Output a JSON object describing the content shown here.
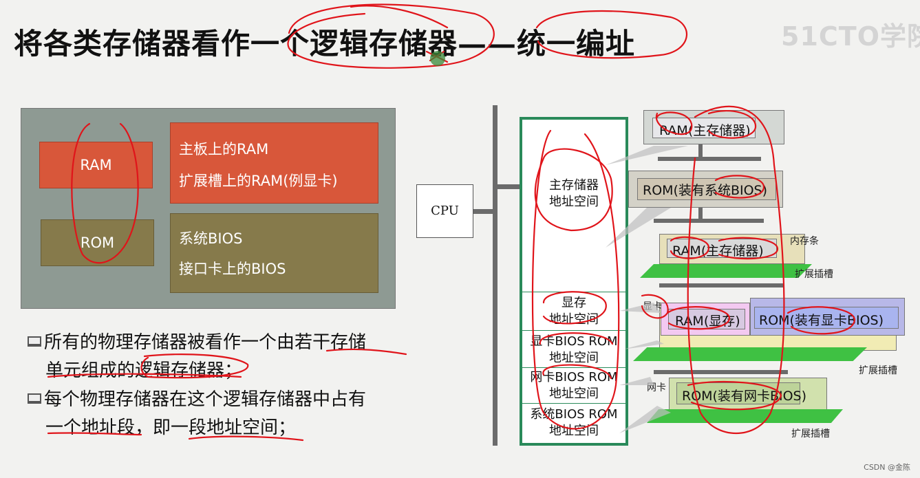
{
  "title": "将各类存储器看作一个逻辑存储器——统一编址",
  "watermark_top": "51CTO学院",
  "watermark_bottom": "CSDN @金陈",
  "left_panel": {
    "ram_label": "RAM",
    "rom_label": "ROM",
    "ram_desc": [
      "主板上的RAM",
      "扩展槽上的RAM(例显卡)"
    ],
    "rom_desc": [
      "系统BIOS",
      "接口卡上的BIOS"
    ]
  },
  "bullets": [
    {
      "lines": [
        "所有的物理存储器被看作一个由若干存储",
        "单元组成的逻辑存储器；"
      ]
    },
    {
      "lines": [
        "每个物理存储器在这个逻辑存储器中占有",
        "一个地址段，即一段地址空间；"
      ]
    }
  ],
  "diagram": {
    "cpu": "CPU",
    "address_space": [
      [
        "主存储器",
        "地址空间"
      ],
      [
        "显存",
        "地址空间"
      ],
      [
        "显卡BIOS ROM",
        "地址空间"
      ],
      [
        "网卡BIOS ROM",
        "地址空间"
      ],
      [
        "系统BIOS ROM",
        "地址空间"
      ]
    ],
    "chips": {
      "ram_main_top": "RAM(主存储器)",
      "rom_system": "ROM(装有系统BIOS)",
      "ram_main_mid": "RAM(主存储器)",
      "ram_video": "RAM(显存)",
      "rom_video": "ROM(装有显卡BIOS)",
      "rom_nic": "ROM(装有网卡BIOS)"
    },
    "labels": {
      "memory_stick": "内存条",
      "expansion_slot_1": "扩展插槽",
      "video_card": "显卡",
      "expansion_slot_2": "扩展插槽",
      "network_card": "网卡",
      "expansion_slot_3": "扩展插槽"
    }
  },
  "colors": {
    "ram_orange": "#d8573a",
    "rom_olive": "#867a4b",
    "panel_gray": "#8e9a93",
    "annotation_red": "#e0141a",
    "slot_green": "#3fc143"
  }
}
